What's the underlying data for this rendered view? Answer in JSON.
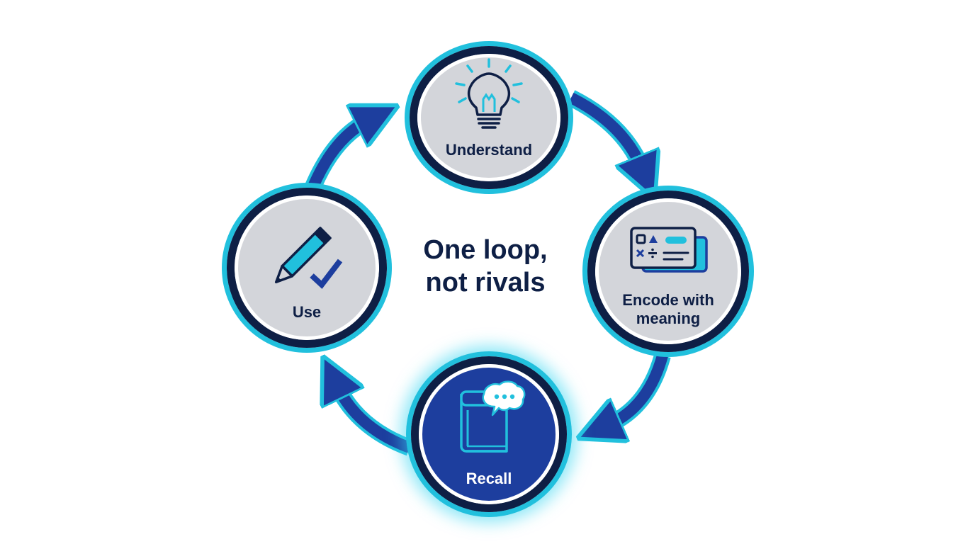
{
  "center": {
    "line1": "One loop,",
    "line2": "not rivals"
  },
  "nodes": {
    "understand": {
      "label": "Understand",
      "icon": "lightbulb-icon"
    },
    "encode": {
      "label_line1": "Encode with",
      "label_line2": "meaning",
      "icon": "flashcards-icon"
    },
    "recall": {
      "label": "Recall",
      "icon": "book-speech-bubble-icon"
    },
    "use": {
      "label": "Use",
      "icon": "pencil-checkmark-icon"
    }
  },
  "colors": {
    "navy": "#0e1f45",
    "royal_blue": "#1d3e9e",
    "cyan": "#21c0dd",
    "node_fill": "#d3d5da",
    "glow": "#36d6f0"
  }
}
